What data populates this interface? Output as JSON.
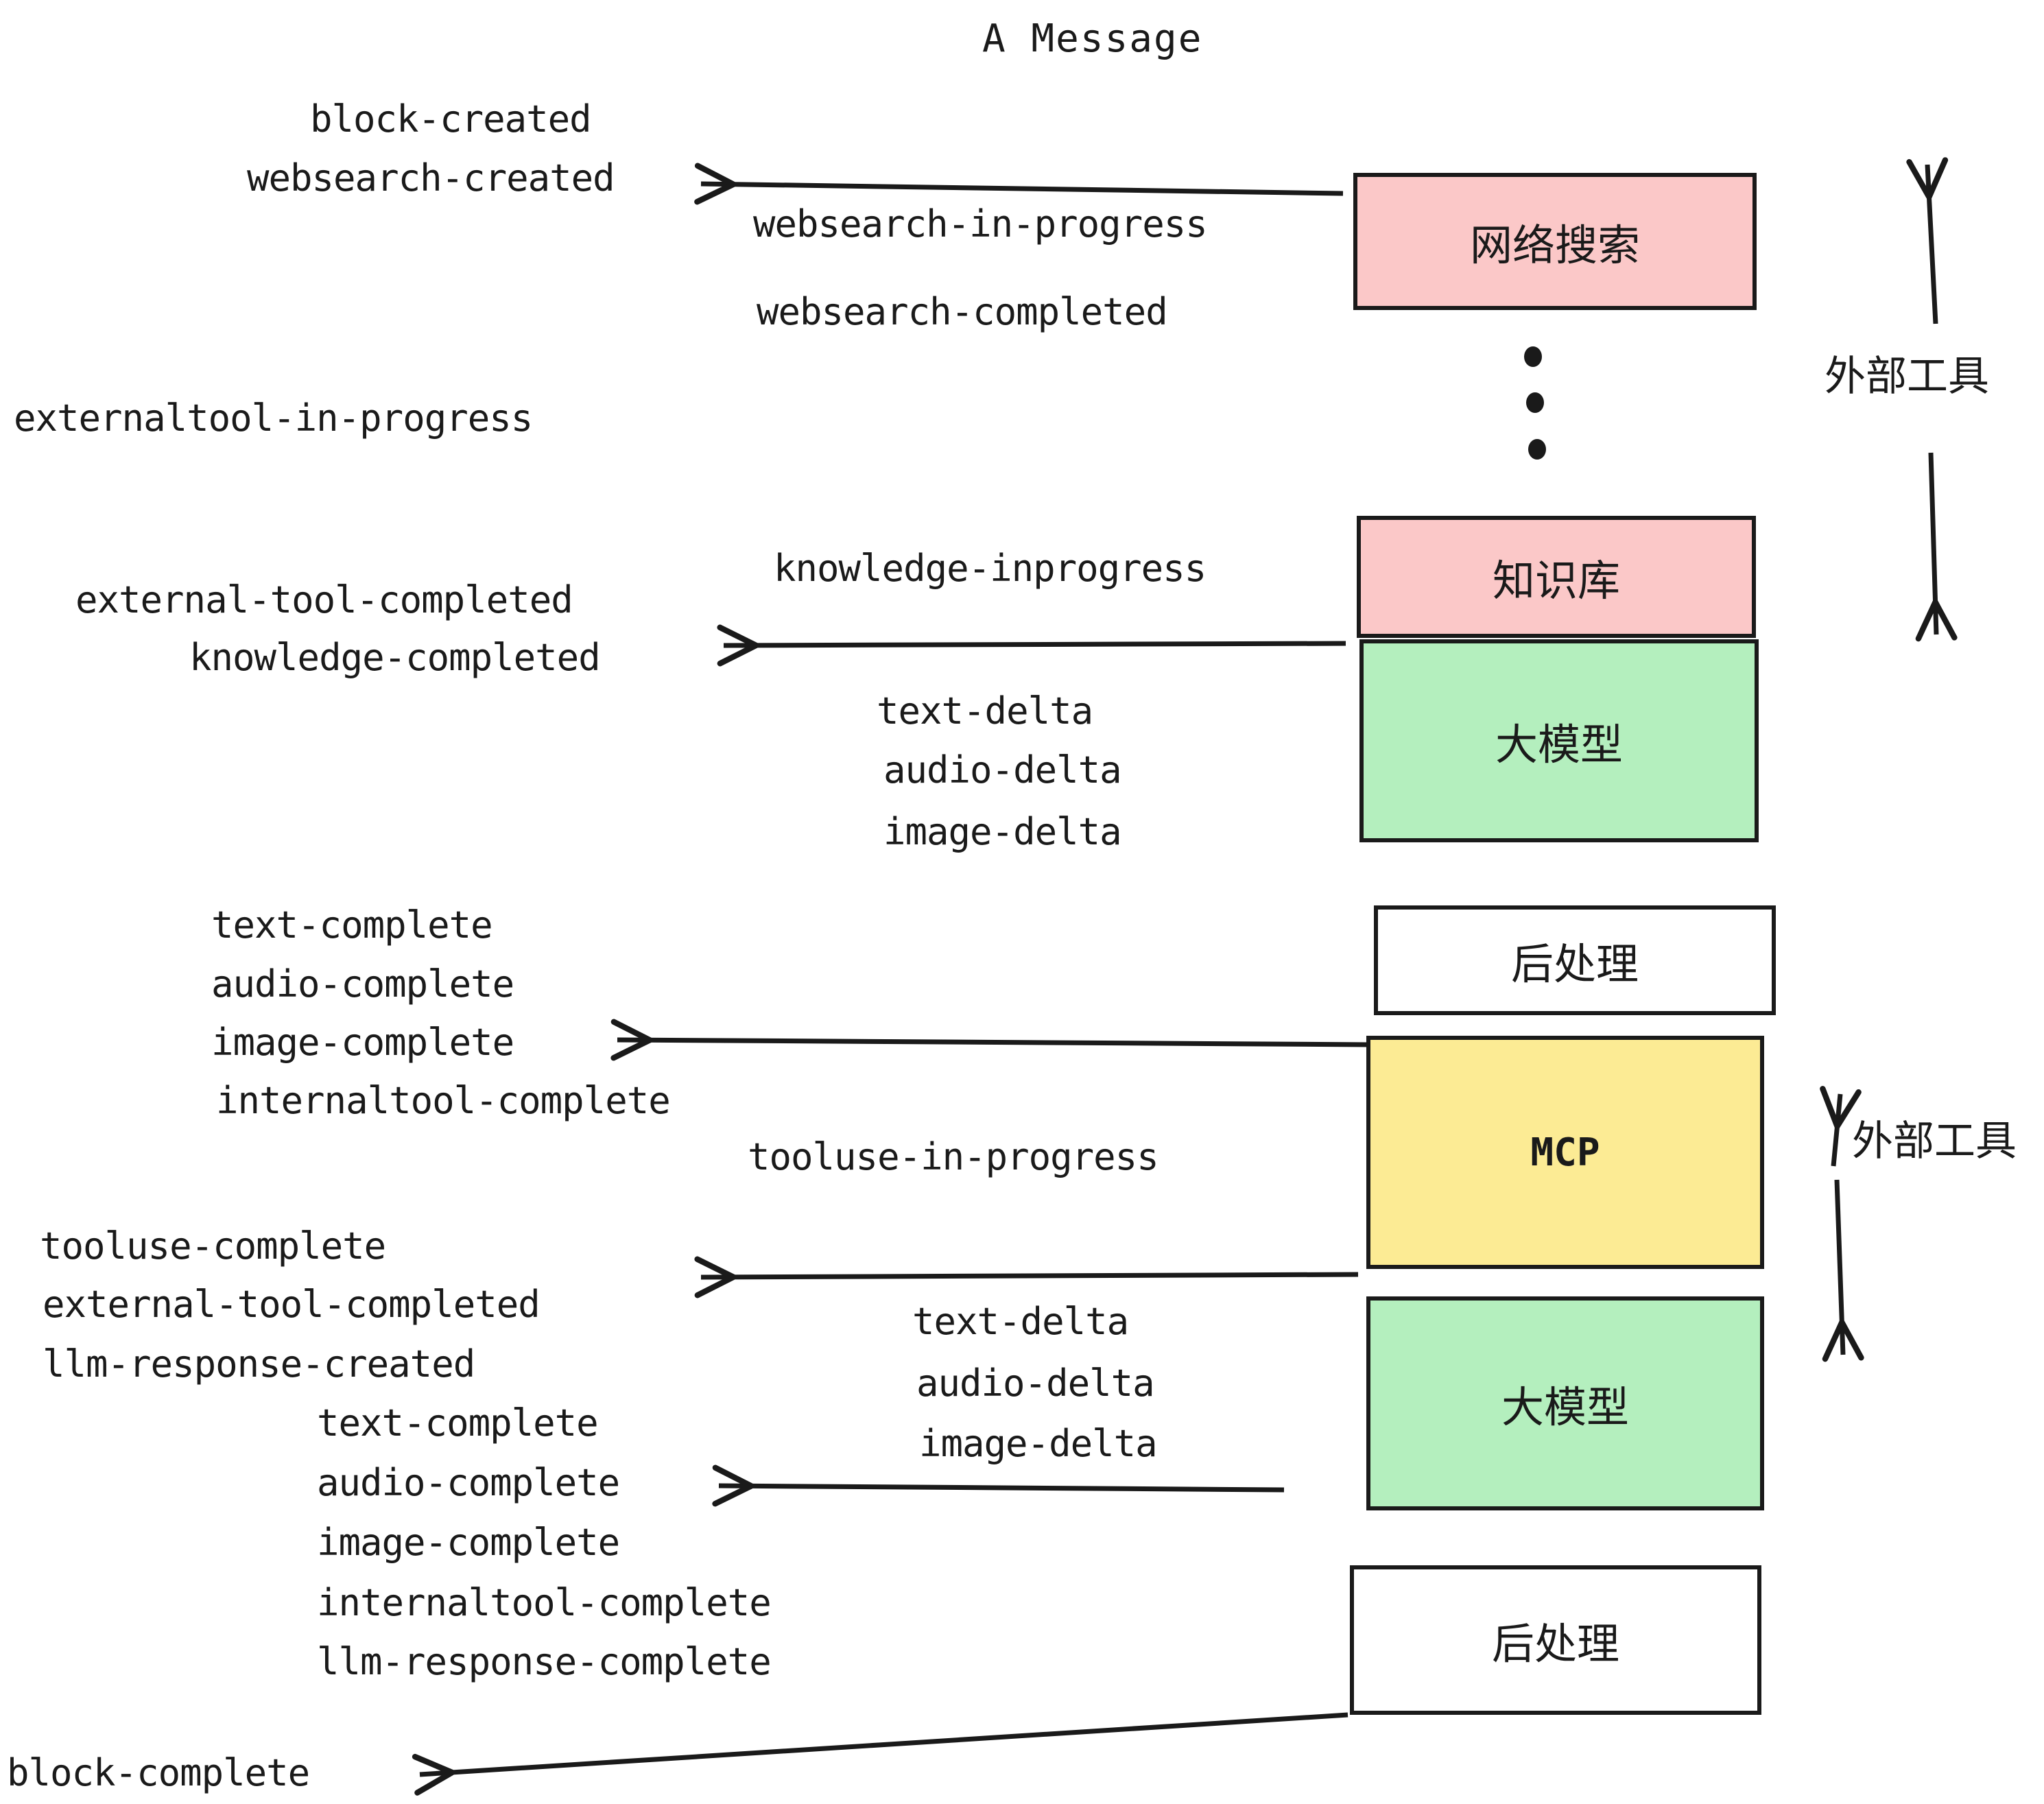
{
  "title": "A Message",
  "colors": {
    "pink": "#FBC8C8",
    "green": "#B4EFBE",
    "yellow": "#FCEB94",
    "white": "#FFFFFF",
    "stroke": "#1a1a1a",
    "background": "#FFFFFF"
  },
  "boxes": [
    {
      "label": "网络搜索",
      "fill": "pink"
    },
    {
      "label": "知识库",
      "fill": "pink"
    },
    {
      "label": "大模型",
      "fill": "green"
    },
    {
      "label": "后处理",
      "fill": "white"
    },
    {
      "label": "MCP",
      "fill": "yellow"
    },
    {
      "label": "大模型",
      "fill": "green"
    },
    {
      "label": "后处理",
      "fill": "white"
    }
  ],
  "side_labels": [
    {
      "text": "外部工具"
    },
    {
      "text": "外部工具"
    }
  ],
  "events": [
    {
      "text": "block-created"
    },
    {
      "text": "websearch-created"
    },
    {
      "text": "websearch-in-progress"
    },
    {
      "text": "websearch-completed"
    },
    {
      "text": "externaltool-in-progress"
    },
    {
      "text": "knowledge-inprogress"
    },
    {
      "text": "external-tool-completed"
    },
    {
      "text": "knowledge-completed"
    },
    {
      "text": "text-delta"
    },
    {
      "text": "audio-delta"
    },
    {
      "text": "image-delta"
    },
    {
      "text": "text-complete"
    },
    {
      "text": "audio-complete"
    },
    {
      "text": "image-complete"
    },
    {
      "text": "internaltool-complete"
    },
    {
      "text": "tooluse-in-progress"
    },
    {
      "text": "tooluse-complete"
    },
    {
      "text": "external-tool-completed"
    },
    {
      "text": "llm-response-created"
    },
    {
      "text": "text-delta"
    },
    {
      "text": "audio-delta"
    },
    {
      "text": "image-delta"
    },
    {
      "text": "text-complete"
    },
    {
      "text": "audio-complete"
    },
    {
      "text": "image-complete"
    },
    {
      "text": "internaltool-complete"
    },
    {
      "text": "llm-response-complete"
    },
    {
      "text": "block-complete"
    }
  ],
  "ellipsis": {
    "dots": 3
  }
}
